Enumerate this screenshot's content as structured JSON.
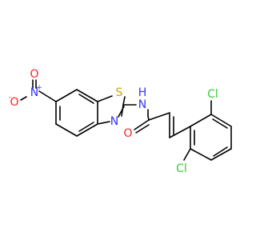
{
  "atoms": {
    "nitro_n": "N",
    "nitro_n_charge": "+",
    "nitro_o_top": "O",
    "nitro_o_left": "O",
    "nitro_o_charge": "-",
    "thiazole_s": "S",
    "thiazole_n": "N",
    "amide_n": "N",
    "amide_h": "H",
    "carbonyl_o": "O",
    "cl_top": "Cl",
    "cl_bottom": "Cl"
  },
  "colors": {
    "bond": "#000000",
    "nitrogen": "#3333ff",
    "oxygen": "#ff2020",
    "sulfur": "#c9a400",
    "chlorine": "#33cc33"
  }
}
